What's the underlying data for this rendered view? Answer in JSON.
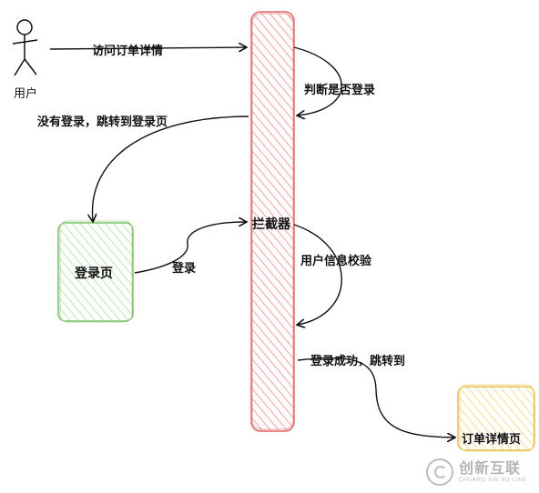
{
  "actor": {
    "label": "用户"
  },
  "nodes": {
    "interceptor": "拦截器",
    "login_page": "登录页",
    "order_detail_page": "订单详情页"
  },
  "edges": {
    "visit_order": "访问订单详情",
    "check_login": "判断是否登录",
    "not_logged_in": "没有登录，跳转到登录页",
    "login": "登录",
    "user_verify": "用户信息校验",
    "login_success": "登录成功，跳转到"
  },
  "colors": {
    "interceptor_stroke": "#e06666",
    "interceptor_fill": "#f4b8b8",
    "login_stroke": "#7cc36a",
    "login_fill": "#c9ecc1",
    "order_stroke": "#e6c14a",
    "order_fill": "#f7e3a2"
  },
  "watermark": {
    "cn": "创新互联",
    "en": "CHUANG XIN HU LIAN"
  }
}
